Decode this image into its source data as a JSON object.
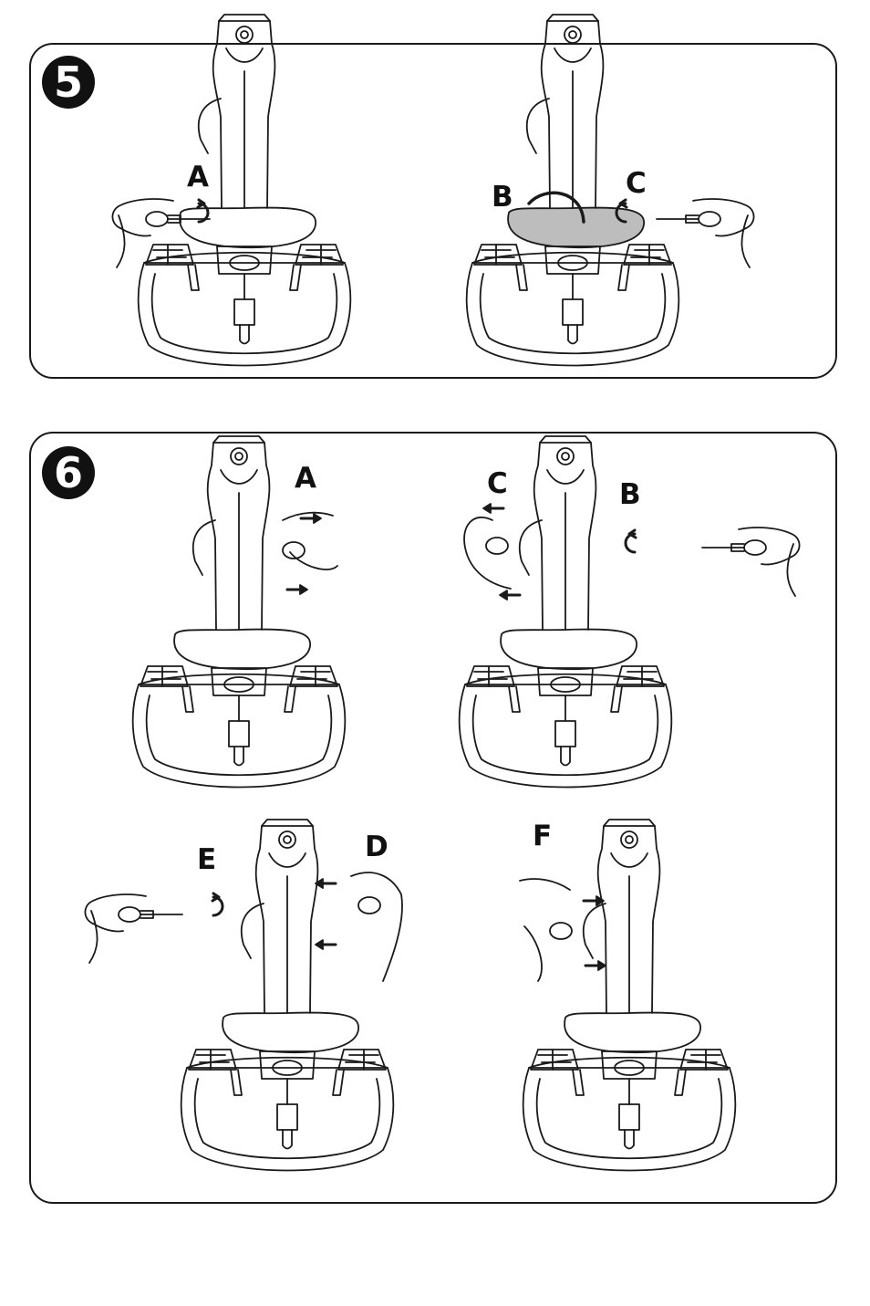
{
  "steps": [
    {
      "number": "5",
      "figures": [
        {
          "labels": [
            "A"
          ]
        },
        {
          "labels": [
            "B",
            "C"
          ],
          "highlight_color": "#bdbdbd"
        }
      ]
    },
    {
      "number": "6",
      "figures": [
        {
          "labels": [
            "A"
          ]
        },
        {
          "labels": [
            "C",
            "B"
          ]
        },
        {
          "labels": [
            "E",
            "D"
          ]
        },
        {
          "labels": [
            "F"
          ]
        }
      ]
    }
  ],
  "colors": {
    "line": "#1a1a1a",
    "highlight": "#bdbdbd",
    "background": "#ffffff"
  }
}
